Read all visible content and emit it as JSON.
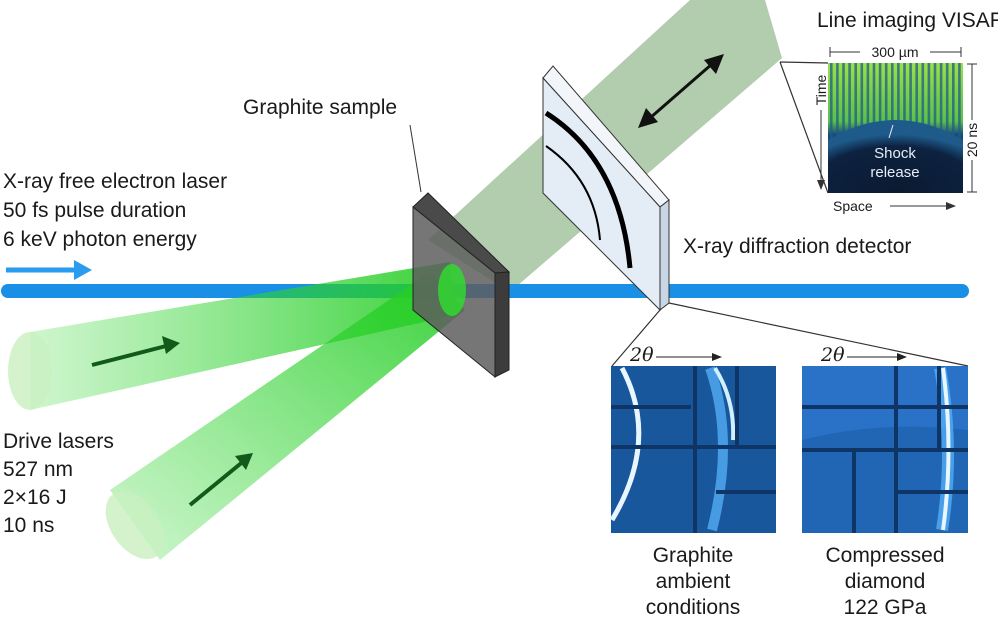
{
  "colors": {
    "xray_beam": "#1a8fe6",
    "drive_laser": "#3fd93f",
    "visar_beam": "#a9c8a4",
    "sample": "#5e5e5e",
    "detector": "#e4ecf6",
    "diffraction_bg": "#1d5fa8"
  },
  "xfel": {
    "lines": [
      "X-ray free electron laser",
      "50 fs pulse duration",
      "6 keV photon energy"
    ]
  },
  "sample_label": "Graphite sample",
  "detector_label": "X-ray diffraction detector",
  "drive": {
    "lines": [
      "Drive lasers",
      "527 nm",
      "2×16 J",
      "10 ns"
    ]
  },
  "visar": {
    "title": "Line imaging VISAR",
    "scale_x": "300 µm",
    "scale_y": "20 ns",
    "axis_time": "Time",
    "axis_space": "Space",
    "annotation": [
      "Shock",
      "release"
    ]
  },
  "diffraction": [
    {
      "axis": "2θ",
      "caption": [
        "Graphite",
        "ambient",
        "conditions"
      ]
    },
    {
      "axis": "2θ",
      "caption": [
        "Compressed",
        "diamond",
        "122 GPa"
      ]
    }
  ]
}
